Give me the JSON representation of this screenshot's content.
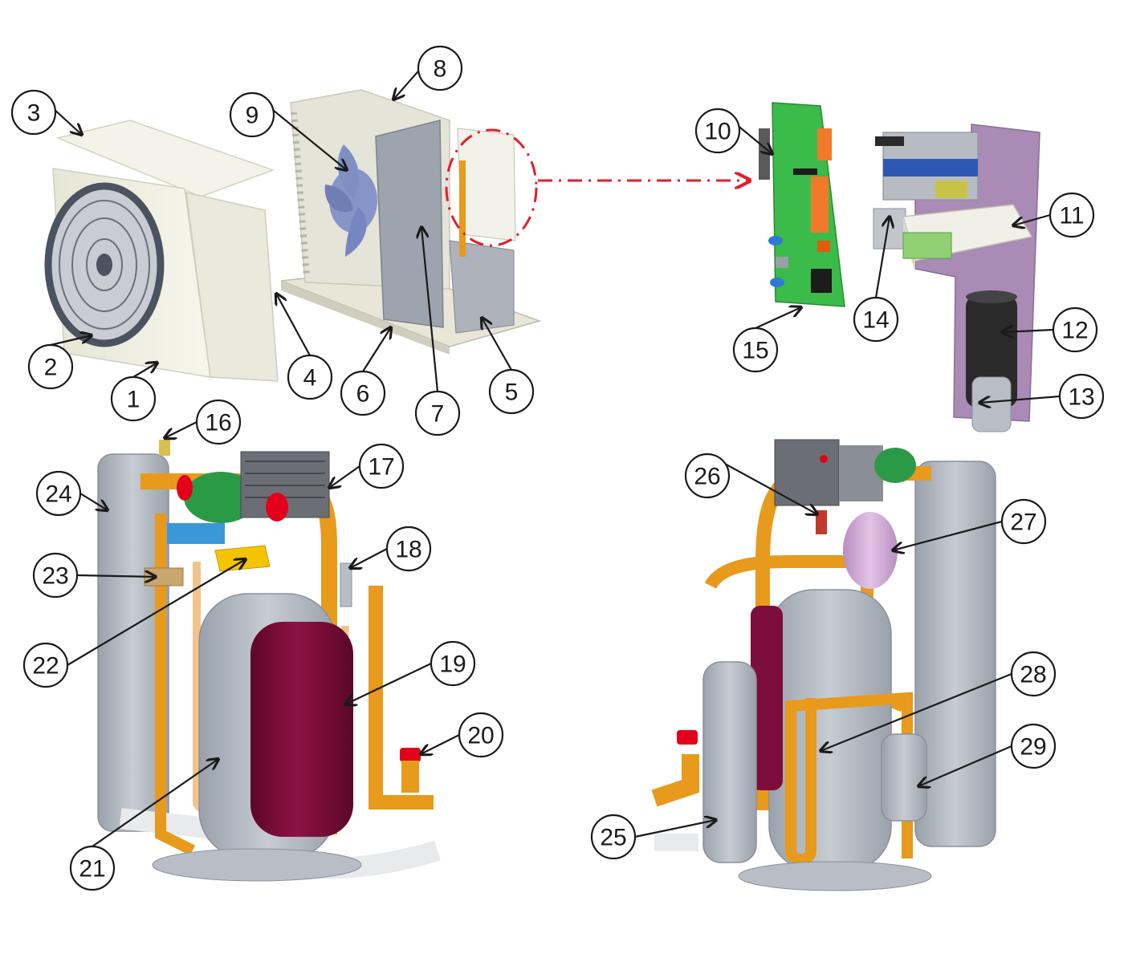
{
  "colors": {
    "casing": "#eeeee2",
    "casing_shade": "#d9d8c7",
    "base_grey": "#b9bec6",
    "steel_grey": "#aab0b8",
    "fan_blue": "#7f8fc4",
    "pcb_green": "#3bbb4a",
    "relay_orange": "#f07a2a",
    "copper": "#e79a1c",
    "copper_light": "#f2c38a",
    "vessel_maroon": "#7d0d3a",
    "accumulator_lilac": "#d1a7d6",
    "mount_plate_purple": "#a98bb6",
    "valve_red": "#e3001b",
    "pump_green": "#2b9a47",
    "highlight_red": "#e0202a"
  },
  "callouts": [
    {
      "label": "1"
    },
    {
      "label": "2"
    },
    {
      "label": "3"
    },
    {
      "label": "4"
    },
    {
      "label": "5"
    },
    {
      "label": "6"
    },
    {
      "label": "7"
    },
    {
      "label": "8"
    },
    {
      "label": "9"
    },
    {
      "label": "10"
    },
    {
      "label": "11"
    },
    {
      "label": "12"
    },
    {
      "label": "13"
    },
    {
      "label": "14"
    },
    {
      "label": "15"
    },
    {
      "label": "16"
    },
    {
      "label": "17"
    },
    {
      "label": "18"
    },
    {
      "label": "19"
    },
    {
      "label": "20"
    },
    {
      "label": "21"
    },
    {
      "label": "22"
    },
    {
      "label": "23"
    },
    {
      "label": "24"
    },
    {
      "label": "25"
    },
    {
      "label": "26"
    },
    {
      "label": "27"
    },
    {
      "label": "28"
    },
    {
      "label": "29"
    }
  ]
}
